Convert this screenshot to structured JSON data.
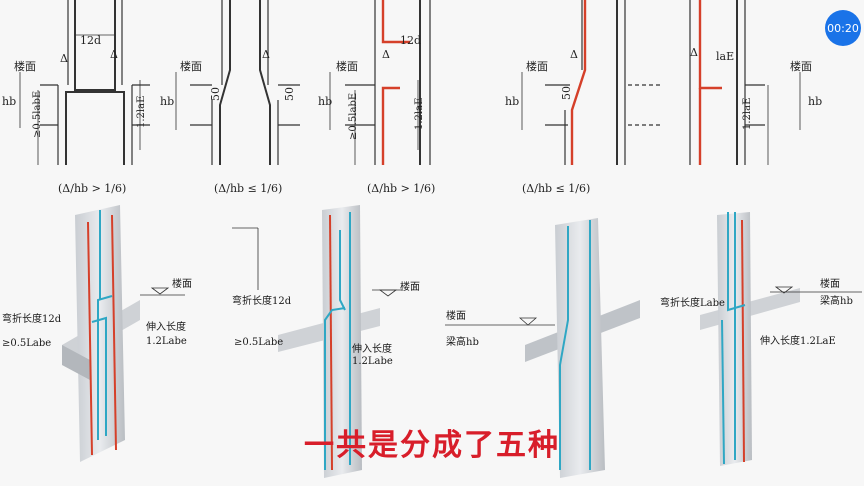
{
  "overlay": {
    "timer": "00:20",
    "subtitle": "一共是分成了五种"
  },
  "colors": {
    "red_bar": "#d5402a",
    "blue_bar": "#2fa7c4",
    "drawing_line": "#333333",
    "subtitle": "#d81e2a",
    "timer_bg": "#1a73e8"
  },
  "top_details": [
    {
      "conditions": "(Δ/hb > 1/6)",
      "labels": [
        "楼面",
        "12d",
        "Δ",
        "Δ",
        "hb",
        "≥0.5labE",
        "1.2laE"
      ]
    },
    {
      "conditions": "(Δ/hb ≤ 1/6)",
      "labels": [
        "楼面",
        "Δ",
        "50",
        "50",
        "hb"
      ]
    },
    {
      "conditions": "(Δ/hb > 1/6)",
      "labels": [
        "楼面",
        "12d",
        "Δ",
        "hb",
        "≥0.5labE",
        "1.2laE"
      ]
    },
    {
      "conditions": "(Δ/hb ≤ 1/6)",
      "labels": [
        "楼面",
        "Δ",
        "50",
        "hb"
      ]
    },
    {
      "conditions": "",
      "labels": [
        "Δ",
        "laE",
        "楼面",
        "1.2laE",
        "hb"
      ]
    }
  ],
  "iso_views": [
    {
      "labels": [
        "楼面",
        "弯折长度12d",
        "≥0.5Labe",
        "伸入长度",
        "1.2Labe"
      ]
    },
    {
      "labels": [
        "楼面",
        "弯折长度12d",
        "≥0.5Labe",
        "伸入长度",
        "1.2Labe"
      ]
    },
    {
      "labels": [
        "楼面",
        "梁高hb"
      ]
    },
    {
      "labels": [
        "楼面",
        "弯折长度Labe",
        "梁高hb",
        "伸入长度1.2LaE"
      ]
    }
  ]
}
